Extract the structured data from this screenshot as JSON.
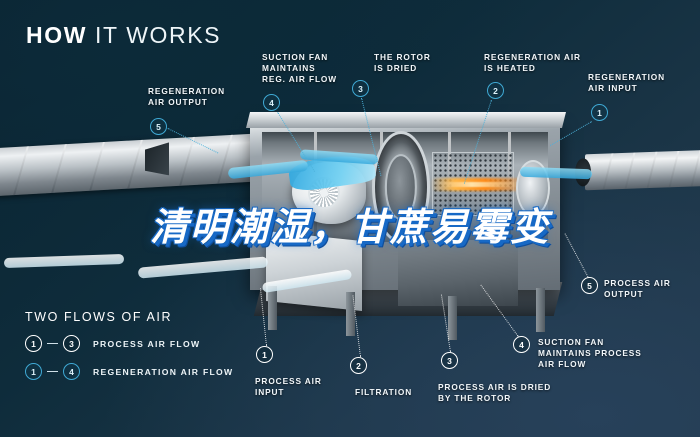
{
  "header": {
    "title_bold": "HOW",
    "title_light": " IT WORKS"
  },
  "overlay": {
    "text": "清明潮湿，甘蔗易霉变",
    "color": "#ffffff",
    "outline_color": "#1769c6"
  },
  "colors": {
    "background_dark": "#0a2431",
    "background_light": "#23394c",
    "marker_white": "#ffffff",
    "marker_blue": "#3fa9d4",
    "airflow_blue": "#35a8dc",
    "heater_orange": "#ff8c1a"
  },
  "callouts": [
    {
      "id": "regeneration-air-output",
      "marker": "5",
      "style": "blue",
      "text": "REGENERATION\nAIR OUTPUT"
    },
    {
      "id": "suction-fan-reg",
      "marker": "4",
      "style": "blue",
      "text": "SUCTION FAN\nMAINTAINS\nREG. AIR FLOW"
    },
    {
      "id": "the-rotor-is-dried",
      "marker": "3",
      "style": "blue",
      "text": "THE ROTOR\nIS DRIED"
    },
    {
      "id": "regeneration-air-is-heated",
      "marker": "2",
      "style": "blue",
      "text": "REGENERATION AIR\nIS HEATED"
    },
    {
      "id": "regeneration-air-input",
      "marker": "1",
      "style": "blue",
      "text": "REGENERATION\nAIR INPUT"
    },
    {
      "id": "process-air-output",
      "marker": "5",
      "style": "white",
      "text": "PROCESS AIR\nOUTPUT"
    },
    {
      "id": "suction-fan-process",
      "marker": "4",
      "style": "white",
      "text": "SUCTION FAN\nMAINTAINS PROCESS\nAIR FLOW"
    },
    {
      "id": "process-air-input",
      "marker": "1",
      "style": "white",
      "text": "PROCESS AIR\nINPUT"
    },
    {
      "id": "filtration",
      "marker": "2",
      "style": "white",
      "text": "FILTRATION"
    },
    {
      "id": "process-air-is-dried",
      "marker": "3",
      "style": "white",
      "text": "PROCESS AIR IS DRIED\nBY THE ROTOR"
    }
  ],
  "legend": {
    "title": "TWO FLOWS OF AIR",
    "rows": [
      {
        "from": "1",
        "to": "3",
        "style": "white",
        "label": "PROCESS AIR FLOW"
      },
      {
        "from": "1",
        "to": "4",
        "style": "blue",
        "label": "REGENERATION AIR FLOW"
      }
    ]
  }
}
